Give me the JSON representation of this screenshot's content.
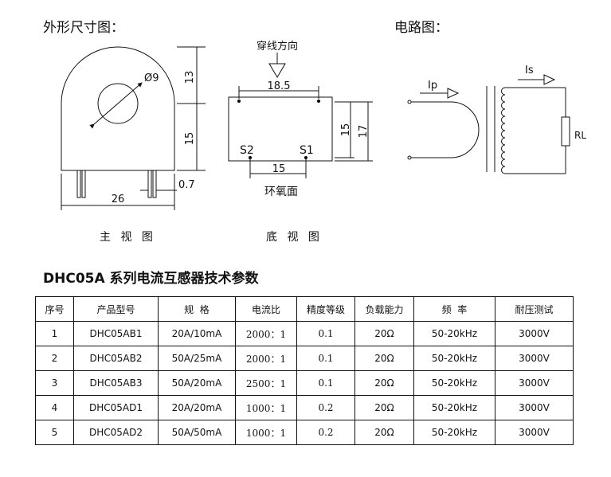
{
  "headings": {
    "dimensions": "外形尺寸图：",
    "circuit": "电路图："
  },
  "front_view": {
    "caption": "主 视 图",
    "dim_hole": "Ø9",
    "dim_top": "13",
    "dim_body": "15",
    "dim_width": "26",
    "dim_pin": "0.7"
  },
  "bottom_view": {
    "caption": "底 视 图",
    "direction_label": "穿线方向",
    "dim_top": "18.5",
    "dim_h1": "15",
    "dim_h2": "17",
    "dim_pins": "15",
    "pin_s2": "S2",
    "pin_s1": "S1",
    "face_label": "环氧面"
  },
  "circuit_diagram": {
    "ip_label": "Ip",
    "is_label": "Is",
    "rl_label": "RL"
  },
  "spec": {
    "title": "DHC05A 系列电流互感器技术参数",
    "columns": [
      "序号",
      "产品型号",
      "规  格",
      "电流比",
      "精度等级",
      "负载能力",
      "频  率",
      "耐压测试"
    ],
    "rows": [
      {
        "no": "1",
        "model": "DHC05AB1",
        "rating": "20A/10mA",
        "ratio": "2000：1",
        "accuracy": "0.1",
        "load": "20Ω",
        "freq": "50-20kHz",
        "voltage": "3000V"
      },
      {
        "no": "2",
        "model": "DHC05AB2",
        "rating": "50A/25mA",
        "ratio": "2000：1",
        "accuracy": "0.1",
        "load": "20Ω",
        "freq": "50-20kHz",
        "voltage": "3000V"
      },
      {
        "no": "3",
        "model": "DHC05AB3",
        "rating": "50A/20mA",
        "ratio": "2500：1",
        "accuracy": "0.1",
        "load": "20Ω",
        "freq": "50-20kHz",
        "voltage": "3000V"
      },
      {
        "no": "4",
        "model": "DHC05AD1",
        "rating": "20A/20mA",
        "ratio": "1000：1",
        "accuracy": "0.2",
        "load": "20Ω",
        "freq": "50-20kHz",
        "voltage": "3000V"
      },
      {
        "no": "5",
        "model": "DHC05AD2",
        "rating": "50A/50mA",
        "ratio": "1000：1",
        "accuracy": "0.2",
        "load": "20Ω",
        "freq": "50-20kHz",
        "voltage": "3000V"
      }
    ]
  }
}
